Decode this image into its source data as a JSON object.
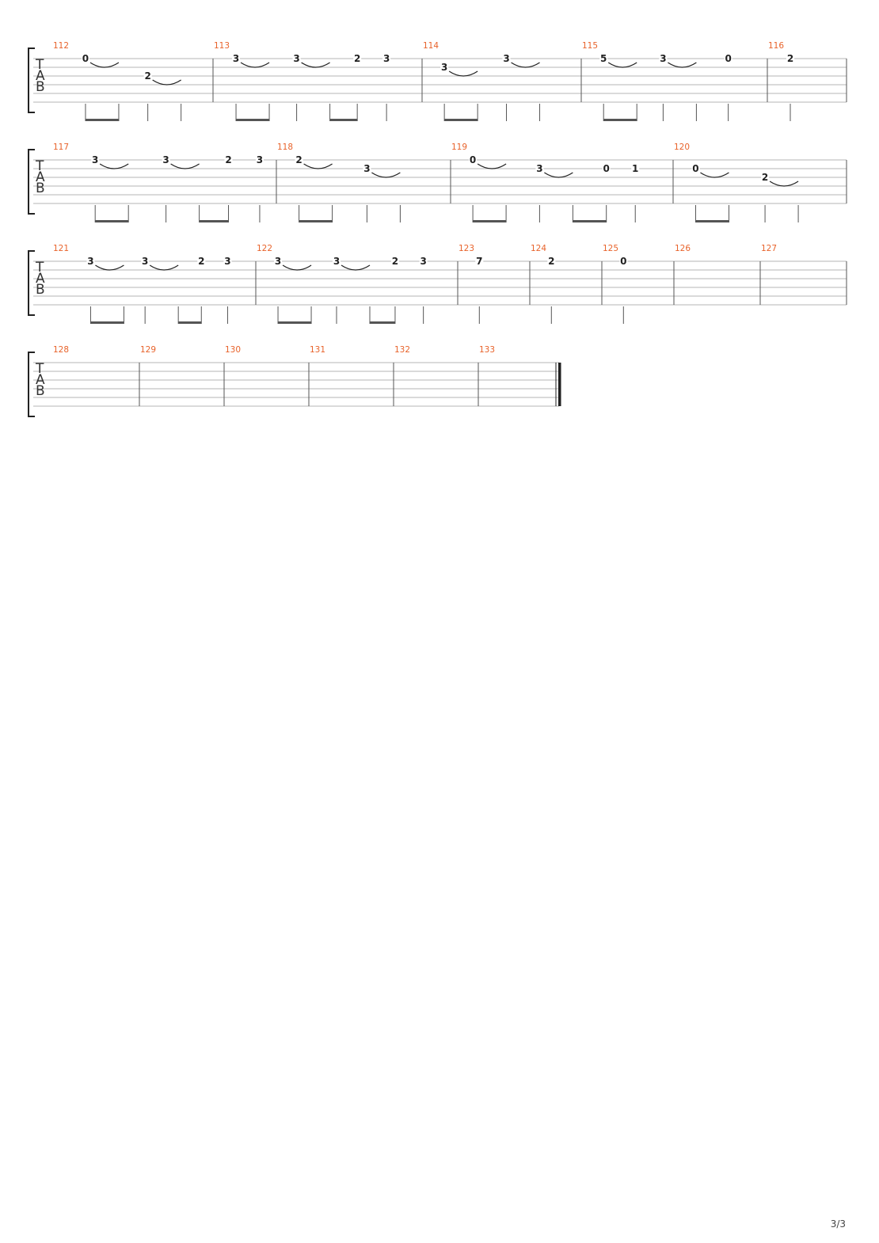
{
  "tab": {
    "clef": [
      "T",
      "A",
      "B"
    ],
    "colors": {
      "measure_number": "#e8632b",
      "staff": "#b5b5b5",
      "ink": "#222222"
    },
    "systems": [
      {
        "measures": [
          {
            "number": "112",
            "notes": [
              {
                "fret": "0",
                "string": 1,
                "pos": 0.12,
                "tie": true
              },
              {
                "fret": "2",
                "string": 3,
                "pos": 0.55,
                "tie": true
              }
            ],
            "beams": [
              [
                1,
                2
              ]
            ]
          },
          {
            "number": "113",
            "notes": [
              {
                "fret": "3",
                "string": 1,
                "pos": 0.11,
                "tie": true
              },
              {
                "fret": "3",
                "string": 1,
                "pos": 0.4,
                "tie": true
              },
              {
                "fret": "2",
                "string": 1,
                "pos": 0.69
              },
              {
                "fret": "3",
                "string": 1,
                "pos": 0.83
              }
            ],
            "beams": [
              [
                1,
                2
              ],
              [
                4,
                5
              ]
            ]
          },
          {
            "number": "114",
            "notes": [
              {
                "fret": "3",
                "string": 2,
                "pos": 0.14,
                "tie": true
              },
              {
                "fret": "3",
                "string": 1,
                "pos": 0.53,
                "tie": true
              }
            ],
            "beams": [
              [
                1,
                2
              ]
            ]
          },
          {
            "number": "115",
            "notes": [
              {
                "fret": "5",
                "string": 1,
                "pos": 0.12,
                "tie": true
              },
              {
                "fret": "3",
                "string": 1,
                "pos": 0.44,
                "tie": true
              },
              {
                "fret": "0",
                "string": 1,
                "pos": 0.79
              }
            ],
            "beams": [
              [
                1,
                2
              ]
            ]
          },
          {
            "number": "116",
            "notes": [
              {
                "fret": "2",
                "string": 1,
                "pos": 0.29
              }
            ],
            "beams": []
          }
        ]
      },
      {
        "measures": [
          {
            "number": "117",
            "notes": [
              {
                "fret": "3",
                "string": 1,
                "pos": 0.13,
                "tie": true
              },
              {
                "fret": "3",
                "string": 1,
                "pos": 0.47,
                "tie": true
              },
              {
                "fret": "2",
                "string": 1,
                "pos": 0.77
              },
              {
                "fret": "3",
                "string": 1,
                "pos": 0.92
              }
            ],
            "beams": [
              [
                1,
                2
              ],
              [
                4,
                5
              ]
            ]
          },
          {
            "number": "118",
            "notes": [
              {
                "fret": "2",
                "string": 1,
                "pos": 0.13,
                "tie": true
              },
              {
                "fret": "3",
                "string": 2,
                "pos": 0.52,
                "tie": true
              }
            ],
            "beams": [
              [
                1,
                2
              ]
            ]
          },
          {
            "number": "119",
            "notes": [
              {
                "fret": "0",
                "string": 1,
                "pos": 0.1,
                "tie": true
              },
              {
                "fret": "3",
                "string": 2,
                "pos": 0.4,
                "tie": true
              },
              {
                "fret": "0",
                "string": 2,
                "pos": 0.7
              },
              {
                "fret": "1",
                "string": 2,
                "pos": 0.83
              }
            ],
            "beams": [
              [
                1,
                2
              ],
              [
                4,
                5
              ]
            ]
          },
          {
            "number": "120",
            "notes": [
              {
                "fret": "0",
                "string": 2,
                "pos": 0.13,
                "tie": true
              },
              {
                "fret": "2",
                "string": 3,
                "pos": 0.53,
                "tie": true
              }
            ],
            "beams": [
              [
                1,
                2
              ]
            ]
          }
        ]
      },
      {
        "measures": [
          {
            "number": "121",
            "notes": [
              {
                "fret": "3",
                "string": 1,
                "pos": 0.12,
                "tie": true
              },
              {
                "fret": "3",
                "string": 1,
                "pos": 0.41,
                "tie": true
              },
              {
                "fret": "2",
                "string": 1,
                "pos": 0.71
              },
              {
                "fret": "3",
                "string": 1,
                "pos": 0.85
              }
            ],
            "beams": [
              [
                1,
                2
              ],
              [
                4,
                5
              ]
            ]
          },
          {
            "number": "122",
            "notes": [
              {
                "fret": "3",
                "string": 1,
                "pos": 0.11,
                "tie": true
              },
              {
                "fret": "3",
                "string": 1,
                "pos": 0.4,
                "tie": true
              },
              {
                "fret": "2",
                "string": 1,
                "pos": 0.69
              },
              {
                "fret": "3",
                "string": 1,
                "pos": 0.83
              }
            ],
            "beams": [
              [
                1,
                2
              ],
              [
                4,
                5
              ]
            ]
          },
          {
            "number": "123",
            "notes": [
              {
                "fret": "7",
                "string": 1,
                "pos": 0.3
              }
            ],
            "beams": []
          },
          {
            "number": "124",
            "notes": [
              {
                "fret": "2",
                "string": 1,
                "pos": 0.3
              }
            ],
            "beams": []
          },
          {
            "number": "125",
            "notes": [
              {
                "fret": "0",
                "string": 1,
                "pos": 0.3
              }
            ],
            "beams": []
          },
          {
            "number": "126",
            "notes": [],
            "beams": []
          },
          {
            "number": "127",
            "notes": [],
            "beams": []
          }
        ]
      },
      {
        "measures": [
          {
            "number": "128",
            "notes": [],
            "beams": []
          },
          {
            "number": "129",
            "notes": [],
            "beams": []
          },
          {
            "number": "130",
            "notes": [],
            "beams": []
          },
          {
            "number": "131",
            "notes": [],
            "beams": []
          },
          {
            "number": "132",
            "notes": [],
            "beams": []
          },
          {
            "number": "133",
            "notes": [],
            "beams": []
          }
        ]
      }
    ]
  },
  "footer": {
    "page_number": "3/3"
  }
}
